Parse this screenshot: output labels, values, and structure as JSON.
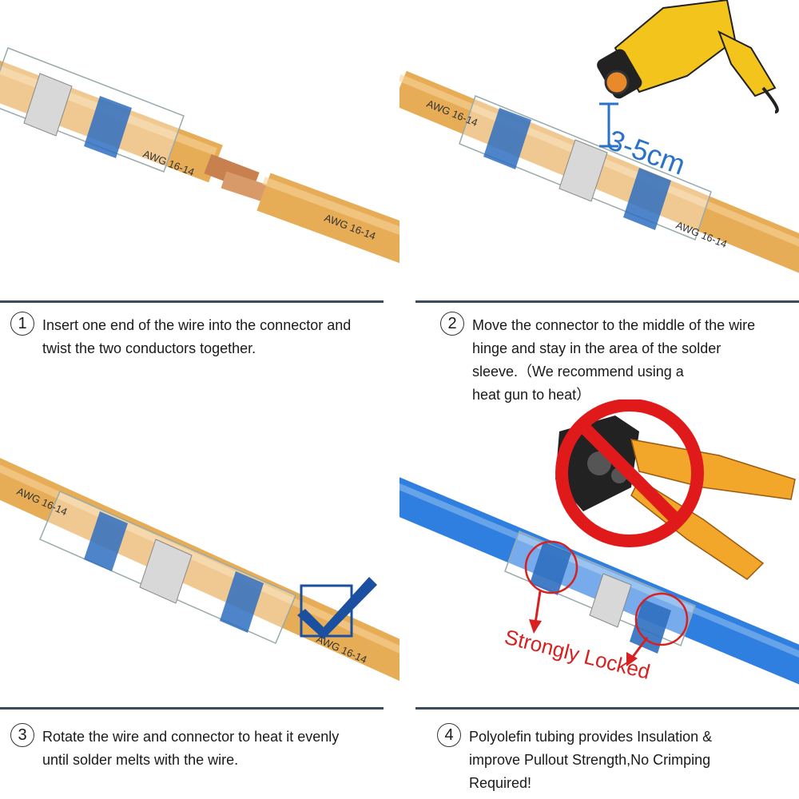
{
  "colors": {
    "wire_orange": "#e7ad56",
    "wire_blue": "#2f7fe0",
    "sleeve_blue": "#2f6fc0",
    "divider": "#3c4b5c",
    "label_blue": "#2a72c9",
    "arrow_red": "#d82020",
    "check_blue": "#1b4fa0"
  },
  "icons": [
    "heat-gun-icon",
    "crimping-tool-icon",
    "prohibition-sign-icon",
    "checkmark-icon",
    "red-arrow-icon"
  ],
  "wire_label": "AWG 16-14",
  "panel2": {
    "distance_label": "3-5cm"
  },
  "panel4": {
    "locked_label": "Strongly Locked"
  },
  "steps": [
    {
      "number": "1",
      "text": "Insert one end of the wire into the connector and\ntwist the two conductors together."
    },
    {
      "number": "2",
      "text": "Move the connector to the middle of the wire\nhinge and stay in the area of the solder\nsleeve.（We recommend using a\nheat gun to heat）"
    },
    {
      "number": "3",
      "text": "Rotate the wire and connector to heat it evenly\n until solder melts with the wire."
    },
    {
      "number": "4",
      "text": "Polyolefin tubing provides Insulation &\nimprove Pullout Strength,No Crimping\n Required!"
    }
  ]
}
